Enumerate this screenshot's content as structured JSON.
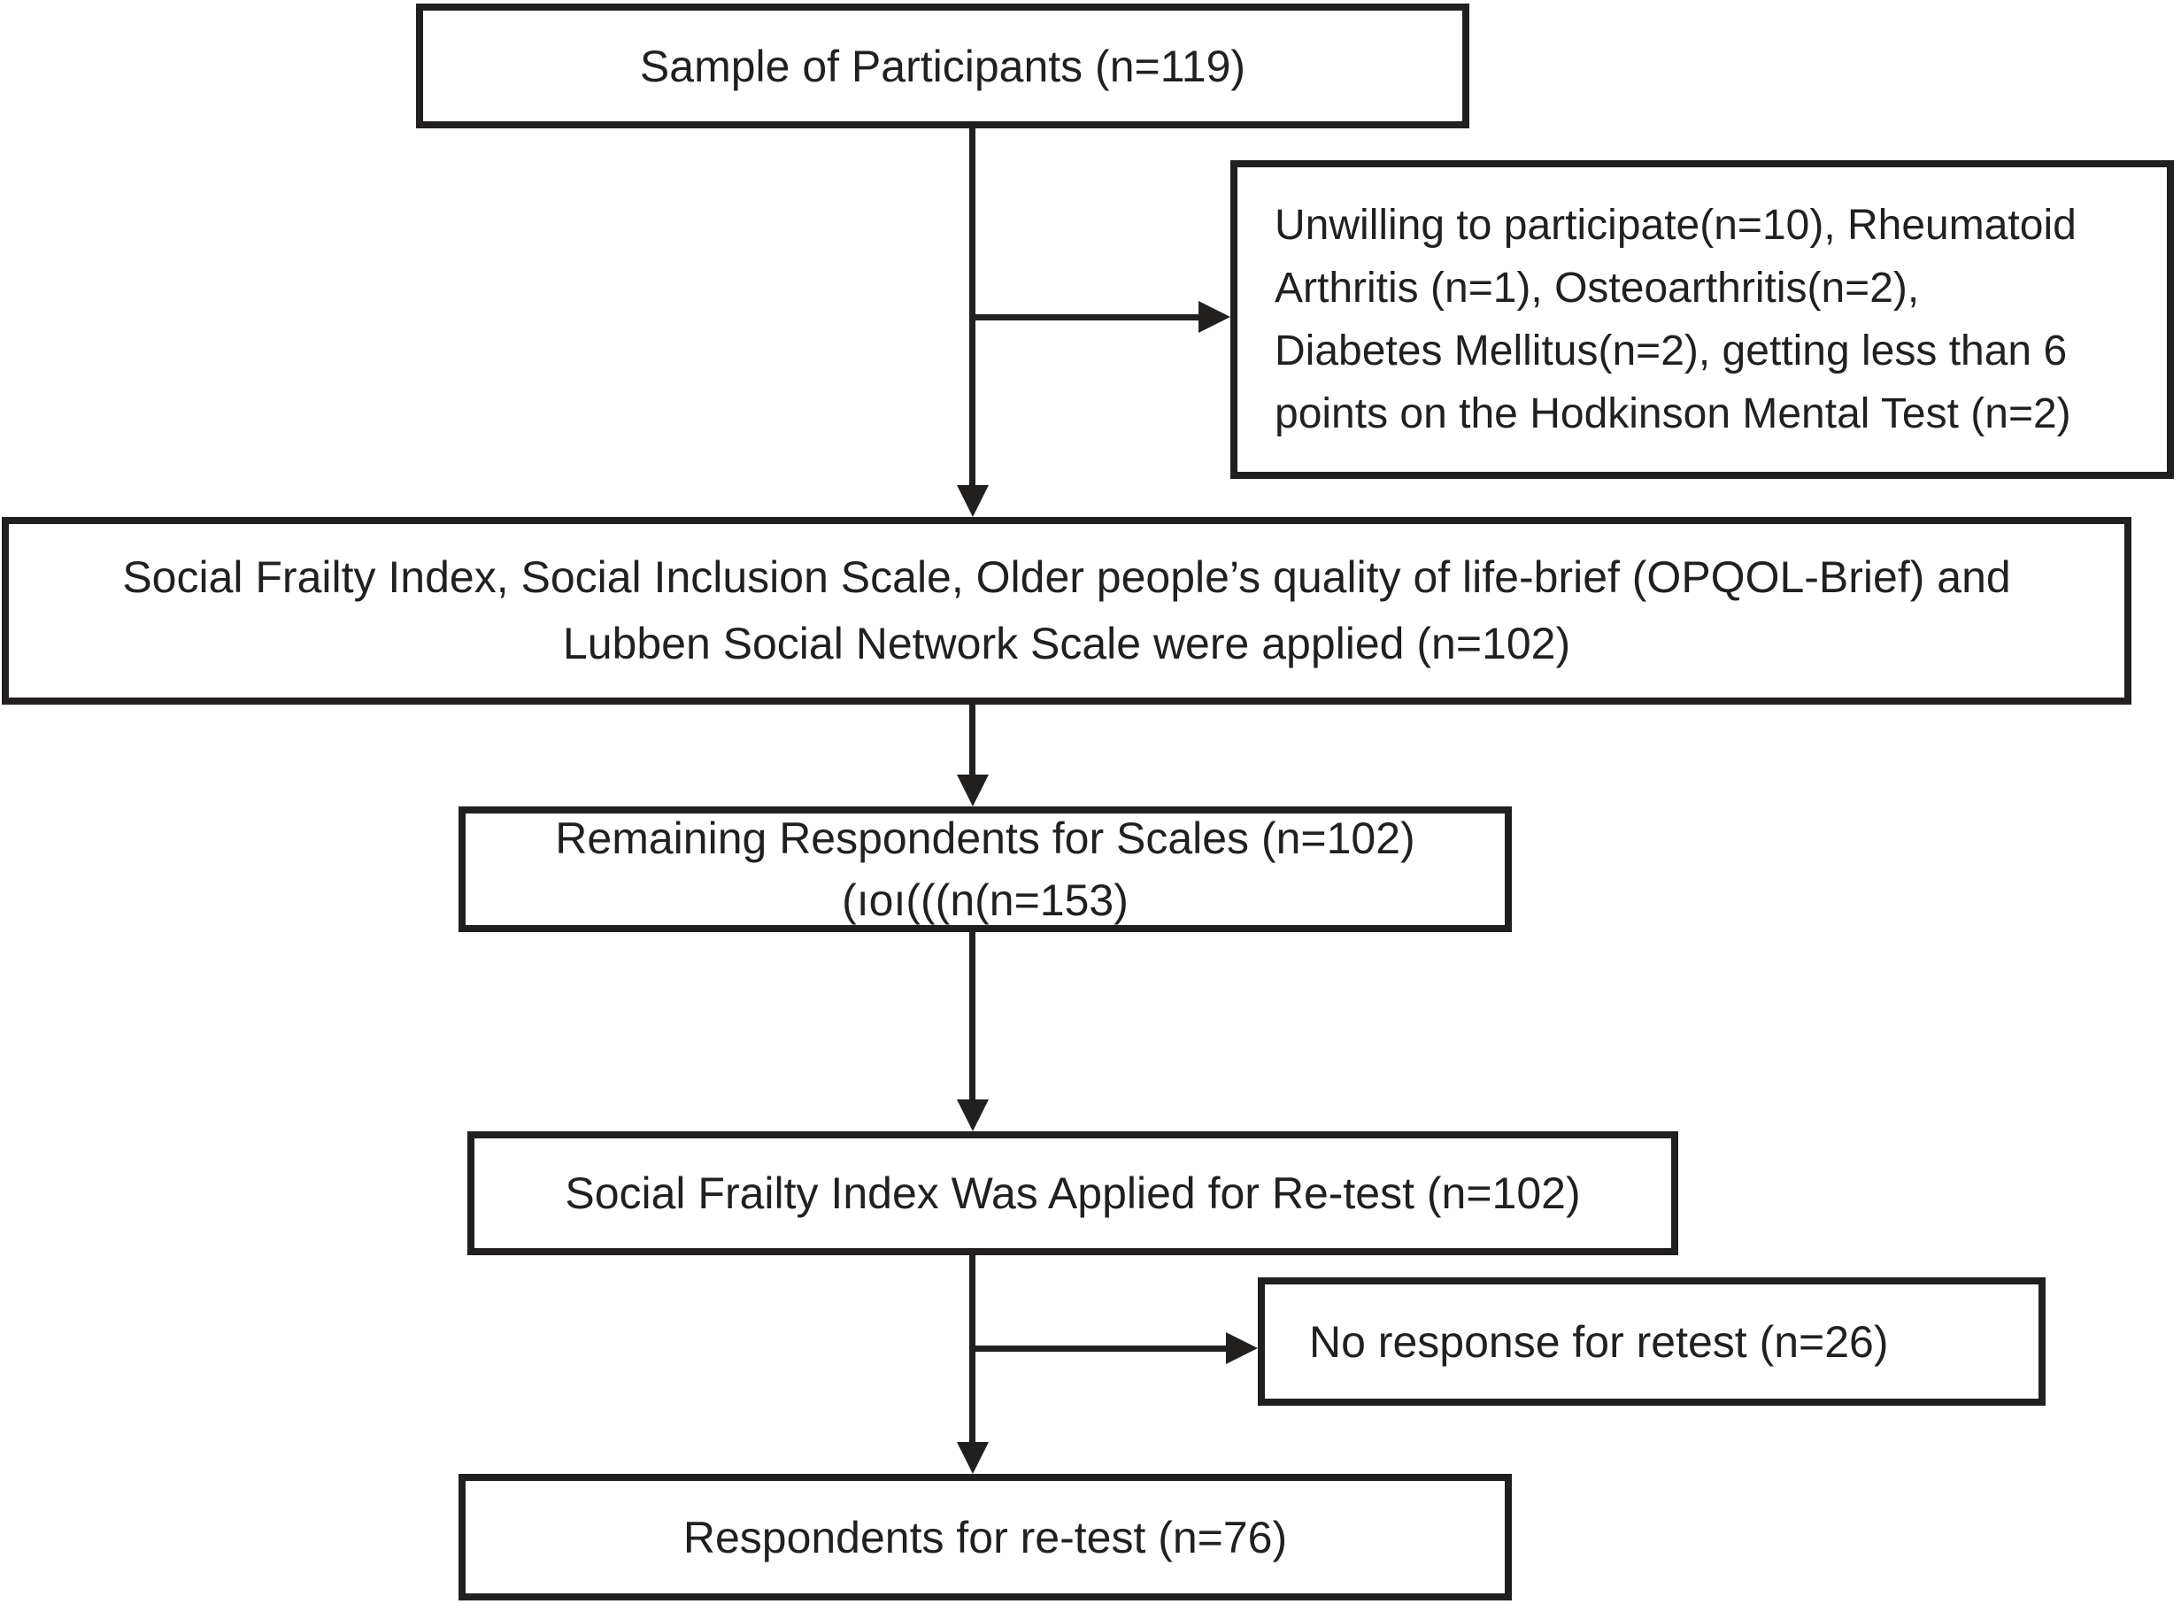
{
  "figure": {
    "type": "participant-flowchart",
    "background": "#ffffff",
    "line_color": "#221f1f",
    "text_color": "#221f1f"
  },
  "nodes": {
    "sample": {
      "text": "Sample of Participants (n=119)"
    },
    "exclusions": {
      "lines": [
        "Unwilling to participate(n=10), Rheumatoid",
        "Arthritis (n=1), Osteoarthritis(n=2),",
        "Diabetes Mellitus(n=2), getting less than 6",
        "points on the Hodkinson Mental Test (n=2)"
      ]
    },
    "scales_applied": {
      "line1": "Social Frailty Index, Social Inclusion Scale, Older people’s quality of life-brief (OPQOL-Brief) and",
      "line2": "Lubben Social Network Scale were applied (n=102)"
    },
    "remaining": {
      "line1": "Remaining Respondents for Scales (n=102)",
      "line2": "(ıoı(((n(n=153)"
    },
    "retest_applied": {
      "text": "Social Frailty Index Was Applied for Re-test (n=102)"
    },
    "no_response": {
      "text": "No response for retest (n=26)"
    },
    "retest_respondents": {
      "text": "Respondents for re-test (n=76)"
    }
  }
}
